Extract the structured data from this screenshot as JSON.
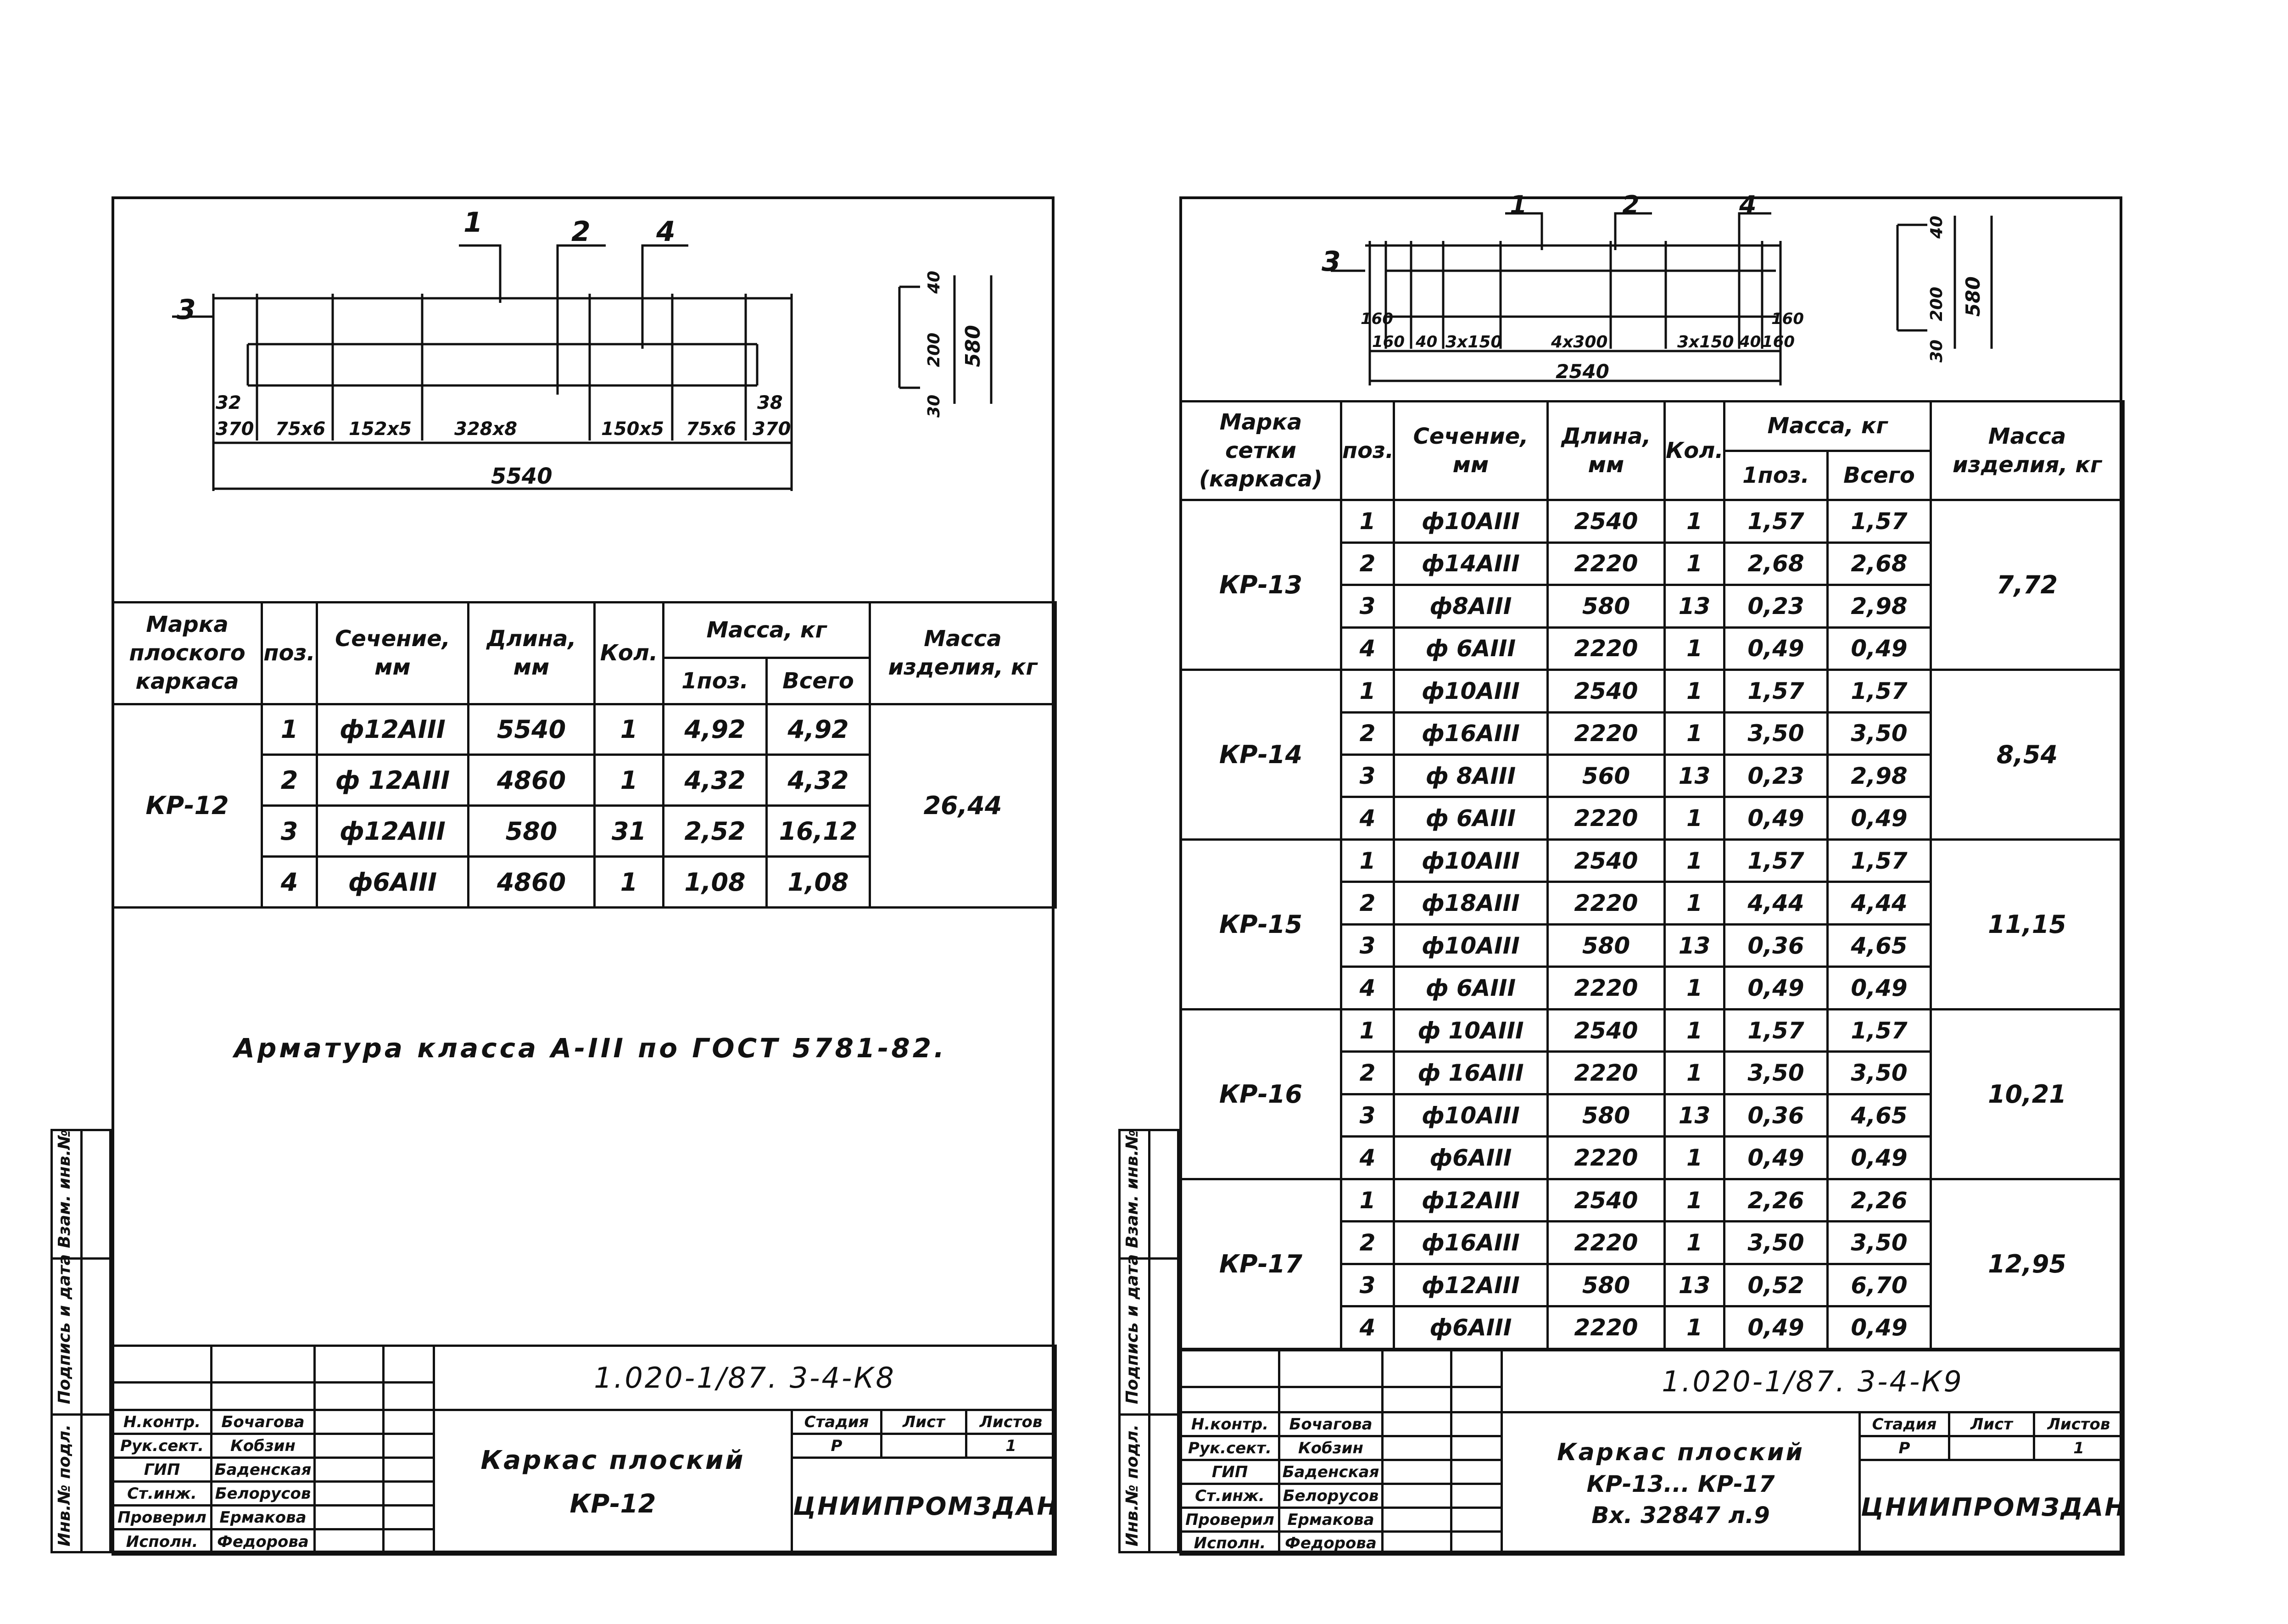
{
  "left": {
    "drawing": {
      "pos_labels": [
        "1",
        "2",
        "4",
        "3"
      ],
      "dims_bottom": [
        "32",
        "370",
        "75x6",
        "152x5",
        "328x8",
        "150x5",
        "75x6",
        "38",
        "370"
      ],
      "overall": "5540",
      "section_dims": [
        "40",
        "200",
        "580",
        "30"
      ]
    },
    "headers": {
      "mark": "Марка плоского каркаса",
      "pos": "поз.",
      "section": "Сечение, мм",
      "length": "Длина, мм",
      "qty": "Кол.",
      "mass": "Масса, кг",
      "mass_one": "1поз.",
      "mass_all": "Всего",
      "mass_item": "Масса изделия, кг"
    },
    "mark": "КР-12",
    "item_mass": "26,44",
    "rows": [
      {
        "pos": "1",
        "section": "ф12АIII",
        "length": "5540",
        "qty": "1",
        "m1": "4,92",
        "mall": "4,92"
      },
      {
        "pos": "2",
        "section": "ф 12АIII",
        "length": "4860",
        "qty": "1",
        "m1": "4,32",
        "mall": "4,32"
      },
      {
        "pos": "3",
        "section": "ф12АIII",
        "length": "580",
        "qty": "31",
        "m1": "2,52",
        "mall": "16,12"
      },
      {
        "pos": "4",
        "section": "ф6АIII",
        "length": "4860",
        "qty": "1",
        "m1": "1,08",
        "mall": "1,08"
      }
    ],
    "note": "Арматура класса А-III по ГОСТ 5781-82.",
    "stamp": {
      "code": "1.020-1/87. 3-4-К8",
      "title_line1": "Каркас плоский",
      "title_line2": "КР-12",
      "stage_h": "Стадия",
      "sheet_h": "Лист",
      "sheets_h": "Листов",
      "stage": "Р",
      "sheets": "1",
      "org": "ЦНИИПРОМЗДАНИЙ",
      "people": [
        {
          "role": "Н.контр.",
          "name": "Бочагова"
        },
        {
          "role": "Рук.сект.",
          "name": "Кобзин"
        },
        {
          "role": "ГИП",
          "name": "Баденская"
        },
        {
          "role": "Ст.инж.",
          "name": "Белорусов"
        },
        {
          "role": "Проверил",
          "name": "Ермакова"
        },
        {
          "role": "Исполн.",
          "name": "Федорова"
        }
      ]
    },
    "side_labels": [
      "Взам. инв.№",
      "Подпись и дата",
      "Инв.№ подл."
    ]
  },
  "right": {
    "drawing": {
      "pos_labels": [
        "1",
        "2",
        "4",
        "3"
      ],
      "dims_bottom": [
        "160",
        "160",
        "40",
        "3x150",
        "4x300",
        "3x150",
        "40",
        "160",
        "160"
      ],
      "overall": "2540",
      "section_dims": [
        "40",
        "200",
        "580",
        "30"
      ]
    },
    "headers": {
      "mark": "Марка сетки (каркаса)",
      "pos": "поз.",
      "section": "Сечение, мм",
      "length": "Длина, мм",
      "qty": "Кол.",
      "mass": "Масса, кг",
      "mass_one": "1поз.",
      "mass_all": "Всего",
      "mass_item": "Масса изделия, кг"
    },
    "groups": [
      {
        "mark": "КР-13",
        "item_mass": "7,72",
        "rows": [
          {
            "pos": "1",
            "section": "ф10АIII",
            "length": "2540",
            "qty": "1",
            "m1": "1,57",
            "mall": "1,57"
          },
          {
            "pos": "2",
            "section": "ф14АIII",
            "length": "2220",
            "qty": "1",
            "m1": "2,68",
            "mall": "2,68"
          },
          {
            "pos": "3",
            "section": "ф8АIII",
            "length": "580",
            "qty": "13",
            "m1": "0,23",
            "mall": "2,98"
          },
          {
            "pos": "4",
            "section": "ф 6АIII",
            "length": "2220",
            "qty": "1",
            "m1": "0,49",
            "mall": "0,49"
          }
        ]
      },
      {
        "mark": "КР-14",
        "item_mass": "8,54",
        "rows": [
          {
            "pos": "1",
            "section": "ф10АIII",
            "length": "2540",
            "qty": "1",
            "m1": "1,57",
            "mall": "1,57"
          },
          {
            "pos": "2",
            "section": "ф16АIII",
            "length": "2220",
            "qty": "1",
            "m1": "3,50",
            "mall": "3,50"
          },
          {
            "pos": "3",
            "section": "ф 8АIII",
            "length": "560",
            "qty": "13",
            "m1": "0,23",
            "mall": "2,98"
          },
          {
            "pos": "4",
            "section": "ф 6АIII",
            "length": "2220",
            "qty": "1",
            "m1": "0,49",
            "mall": "0,49"
          }
        ]
      },
      {
        "mark": "КР-15",
        "item_mass": "11,15",
        "rows": [
          {
            "pos": "1",
            "section": "ф10АIII",
            "length": "2540",
            "qty": "1",
            "m1": "1,57",
            "mall": "1,57"
          },
          {
            "pos": "2",
            "section": "ф18АIII",
            "length": "2220",
            "qty": "1",
            "m1": "4,44",
            "mall": "4,44"
          },
          {
            "pos": "3",
            "section": "ф10АIII",
            "length": "580",
            "qty": "13",
            "m1": "0,36",
            "mall": "4,65"
          },
          {
            "pos": "4",
            "section": "ф 6АIII",
            "length": "2220",
            "qty": "1",
            "m1": "0,49",
            "mall": "0,49"
          }
        ]
      },
      {
        "mark": "КР-16",
        "item_mass": "10,21",
        "rows": [
          {
            "pos": "1",
            "section": "ф 10АIII",
            "length": "2540",
            "qty": "1",
            "m1": "1,57",
            "mall": "1,57"
          },
          {
            "pos": "2",
            "section": "ф 16АIII",
            "length": "2220",
            "qty": "1",
            "m1": "3,50",
            "mall": "3,50"
          },
          {
            "pos": "3",
            "section": "ф10АIII",
            "length": "580",
            "qty": "13",
            "m1": "0,36",
            "mall": "4,65"
          },
          {
            "pos": "4",
            "section": "ф6АIII",
            "length": "2220",
            "qty": "1",
            "m1": "0,49",
            "mall": "0,49"
          }
        ]
      },
      {
        "mark": "КР-17",
        "item_mass": "12,95",
        "rows": [
          {
            "pos": "1",
            "section": "ф12АIII",
            "length": "2540",
            "qty": "1",
            "m1": "2,26",
            "mall": "2,26"
          },
          {
            "pos": "2",
            "section": "ф16АIII",
            "length": "2220",
            "qty": "1",
            "m1": "3,50",
            "mall": "3,50"
          },
          {
            "pos": "3",
            "section": "ф12АIII",
            "length": "580",
            "qty": "13",
            "m1": "0,52",
            "mall": "6,70"
          },
          {
            "pos": "4",
            "section": "ф6АIII",
            "length": "2220",
            "qty": "1",
            "m1": "0,49",
            "mall": "0,49"
          }
        ]
      }
    ],
    "stamp": {
      "code": "1.020-1/87. 3-4-К9",
      "title_line1": "Каркас плоский",
      "title_line2": "КР-13... КР-17",
      "title_line3": "Вх. 32847 л.9",
      "stage_h": "Стадия",
      "sheet_h": "Лист",
      "sheets_h": "Листов",
      "stage": "Р",
      "sheets": "1",
      "org": "ЦНИИПРОМЗДАНИЙ",
      "people": [
        {
          "role": "Н.контр.",
          "name": "Бочагова"
        },
        {
          "role": "Рук.сект.",
          "name": "Кобзин"
        },
        {
          "role": "ГИП",
          "name": "Баденская"
        },
        {
          "role": "Ст.инж.",
          "name": "Белорусов"
        },
        {
          "role": "Проверил",
          "name": "Ермакова"
        },
        {
          "role": "Исполн.",
          "name": "Федорова"
        }
      ]
    },
    "side_labels": [
      "Взам. инв.№",
      "Подпись и дата",
      "Инв.№ подл."
    ]
  }
}
